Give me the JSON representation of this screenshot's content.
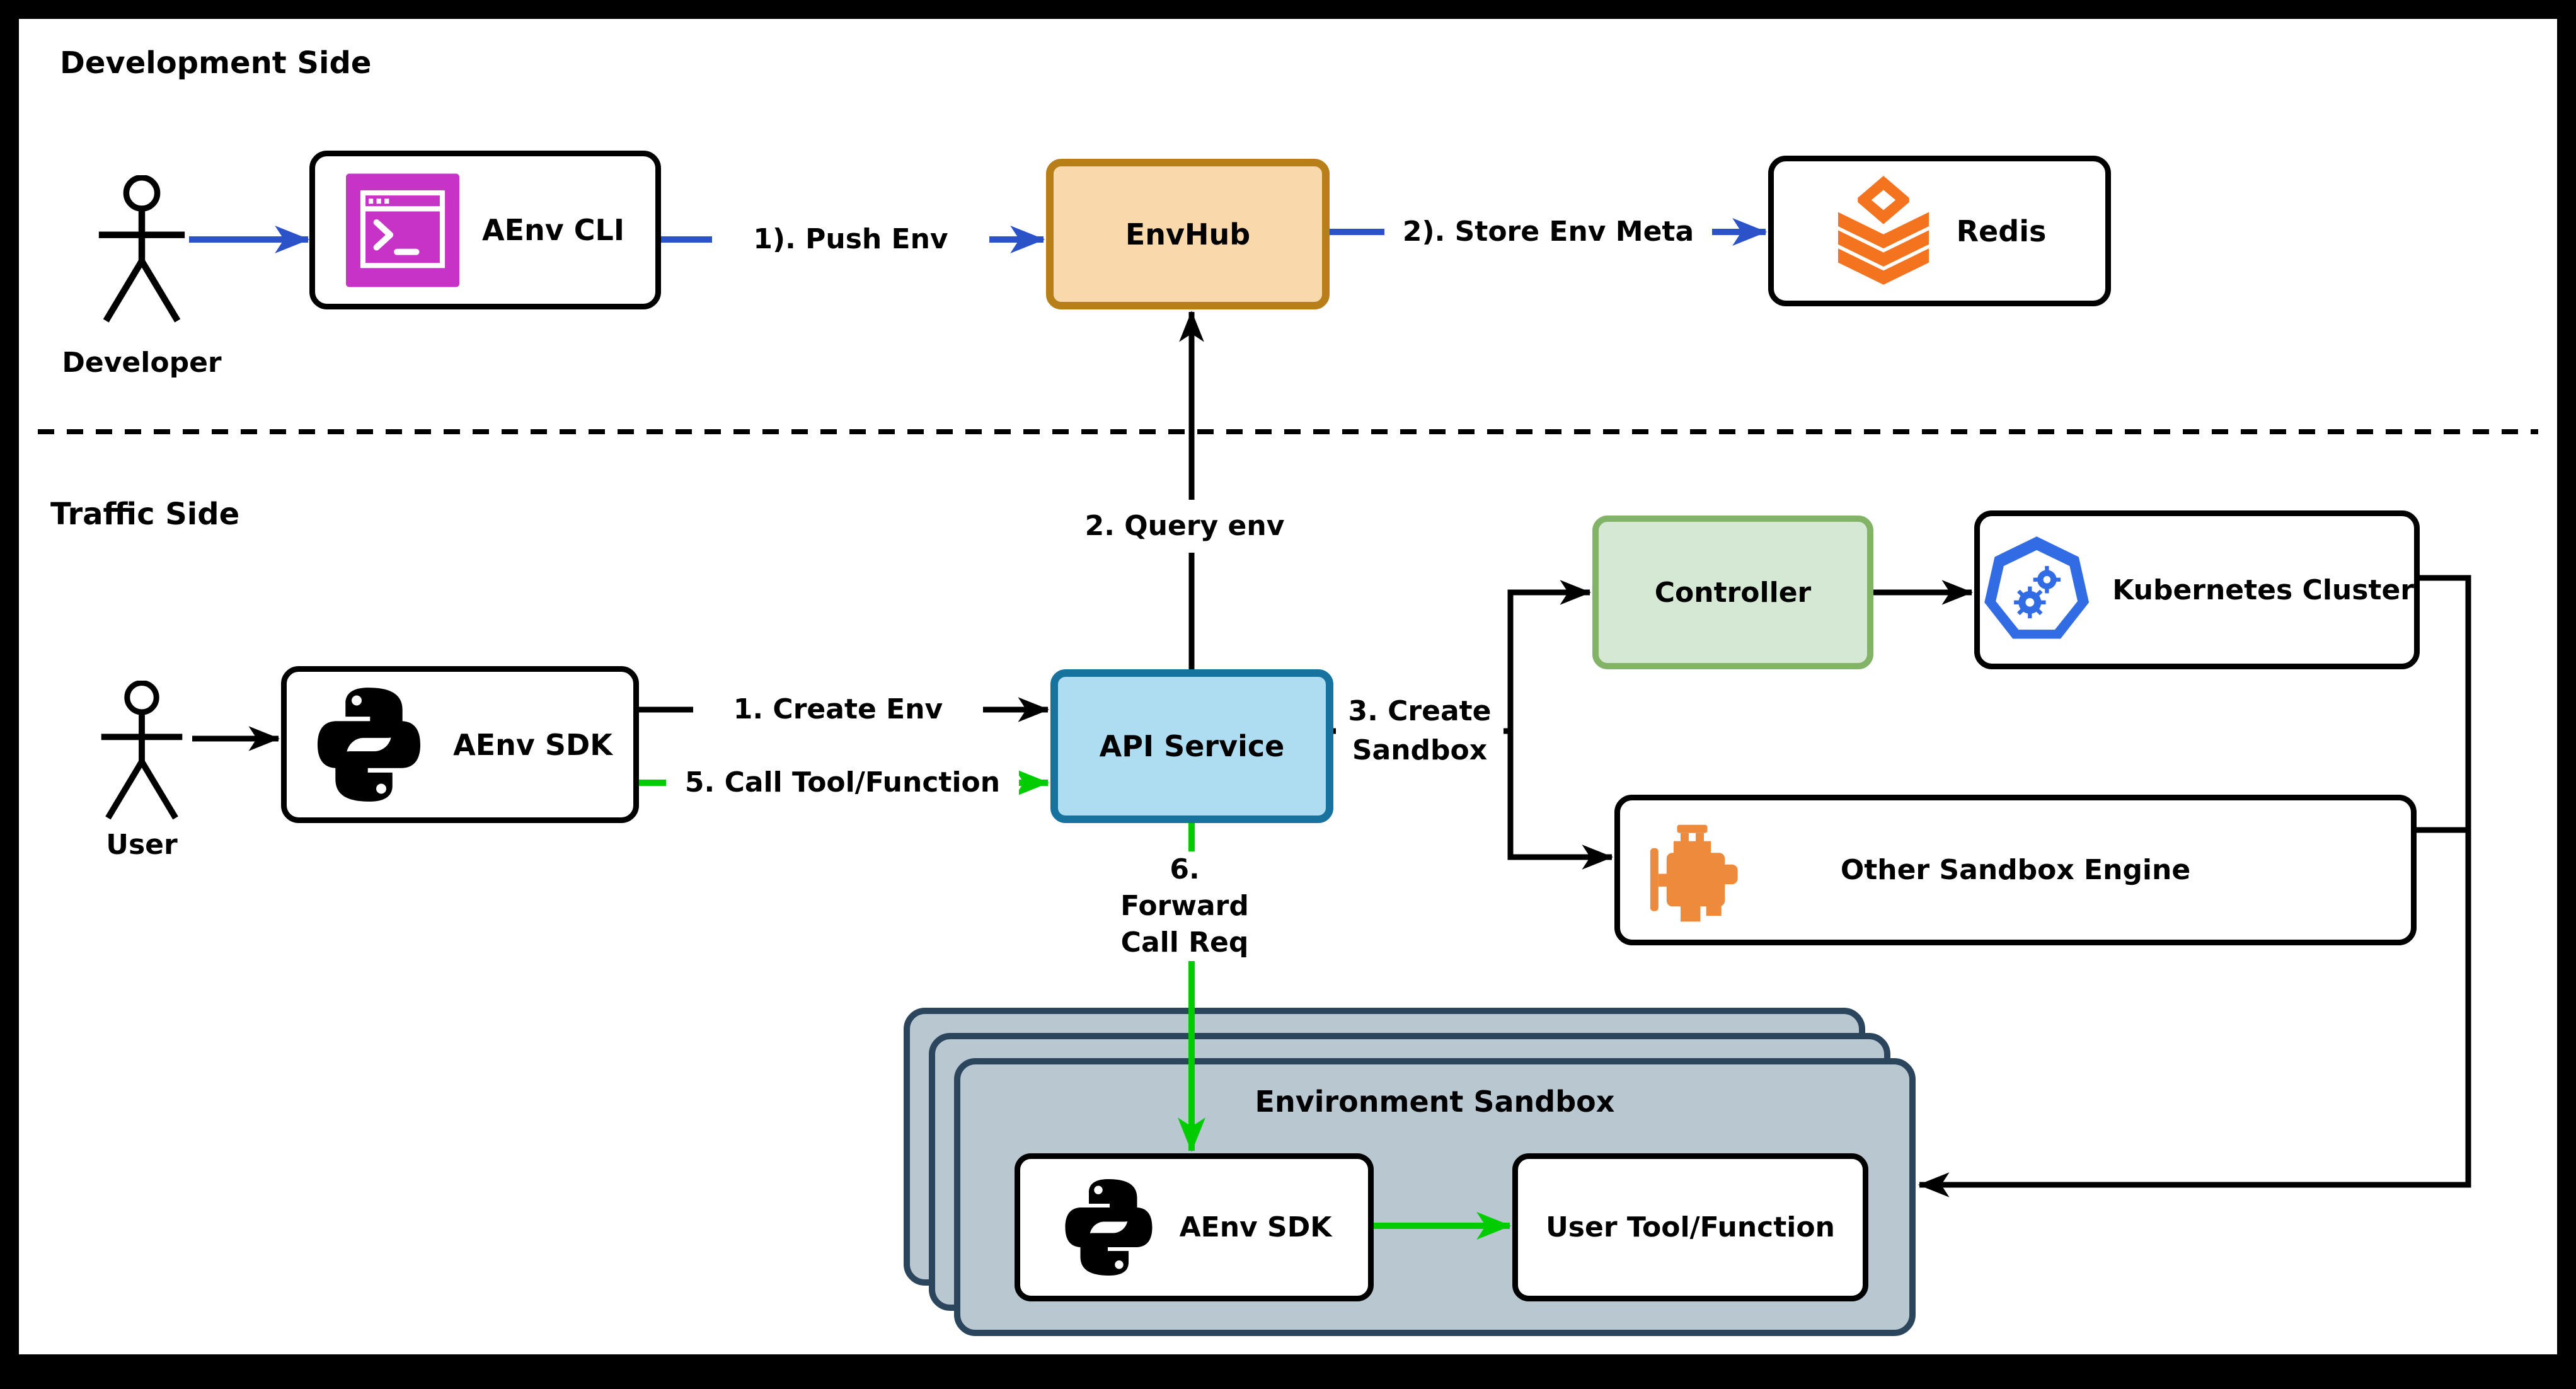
{
  "diagram": {
    "sections": {
      "development": "Development Side",
      "traffic": "Traffic Side"
    },
    "actors": {
      "developer": "Developer",
      "user": "User"
    },
    "nodes": {
      "aenv_cli": "AEnv CLI",
      "envhub": "EnvHub",
      "redis": "Redis",
      "aenv_sdk": "AEnv SDK",
      "api_service": "API Service",
      "controller": "Controller",
      "kubernetes_cluster": "Kubernetes Cluster",
      "other_sandbox_engine": "Other Sandbox Engine",
      "environment_sandbox": "Environment Sandbox",
      "sandbox_aenv_sdk": "AEnv SDK",
      "user_tool_function": "User Tool/Function"
    },
    "edges": {
      "push_env": "1). Push Env",
      "store_env_meta": "2). Store Env Meta",
      "query_env": "2. Query env",
      "create_env": "1. Create Env",
      "call_tool_function": "5. Call Tool/Function",
      "create_sandbox_line1": "3. Create",
      "create_sandbox_line2": "Sandbox",
      "forward_line1": "6.",
      "forward_line2": "Forward",
      "forward_line3": "Call Req"
    },
    "colors": {
      "arrow_blue": "#2B52C8",
      "arrow_green": "#00CC00",
      "arrow_black": "#000000",
      "envhub_fill": "#F9D8AC",
      "envhub_stroke": "#B87E17",
      "api_fill": "#AEDCF0",
      "api_stroke": "#17729E",
      "controller_fill": "#D5E8D4",
      "controller_stroke": "#82B366",
      "sandbox_fill": "#B9C7D1",
      "sandbox_stroke": "#2A455C",
      "terminal_icon": "#C733C7",
      "redis_icon": "#F4731F",
      "kubernetes_icon": "#326CE5",
      "engine_icon": "#ED8A3C",
      "python_icon": "#000000"
    },
    "icons": {
      "terminal": "terminal-icon",
      "python": "python-icon",
      "redis": "redis-icon",
      "kubernetes": "kubernetes-icon",
      "engine": "engine-icon"
    }
  }
}
